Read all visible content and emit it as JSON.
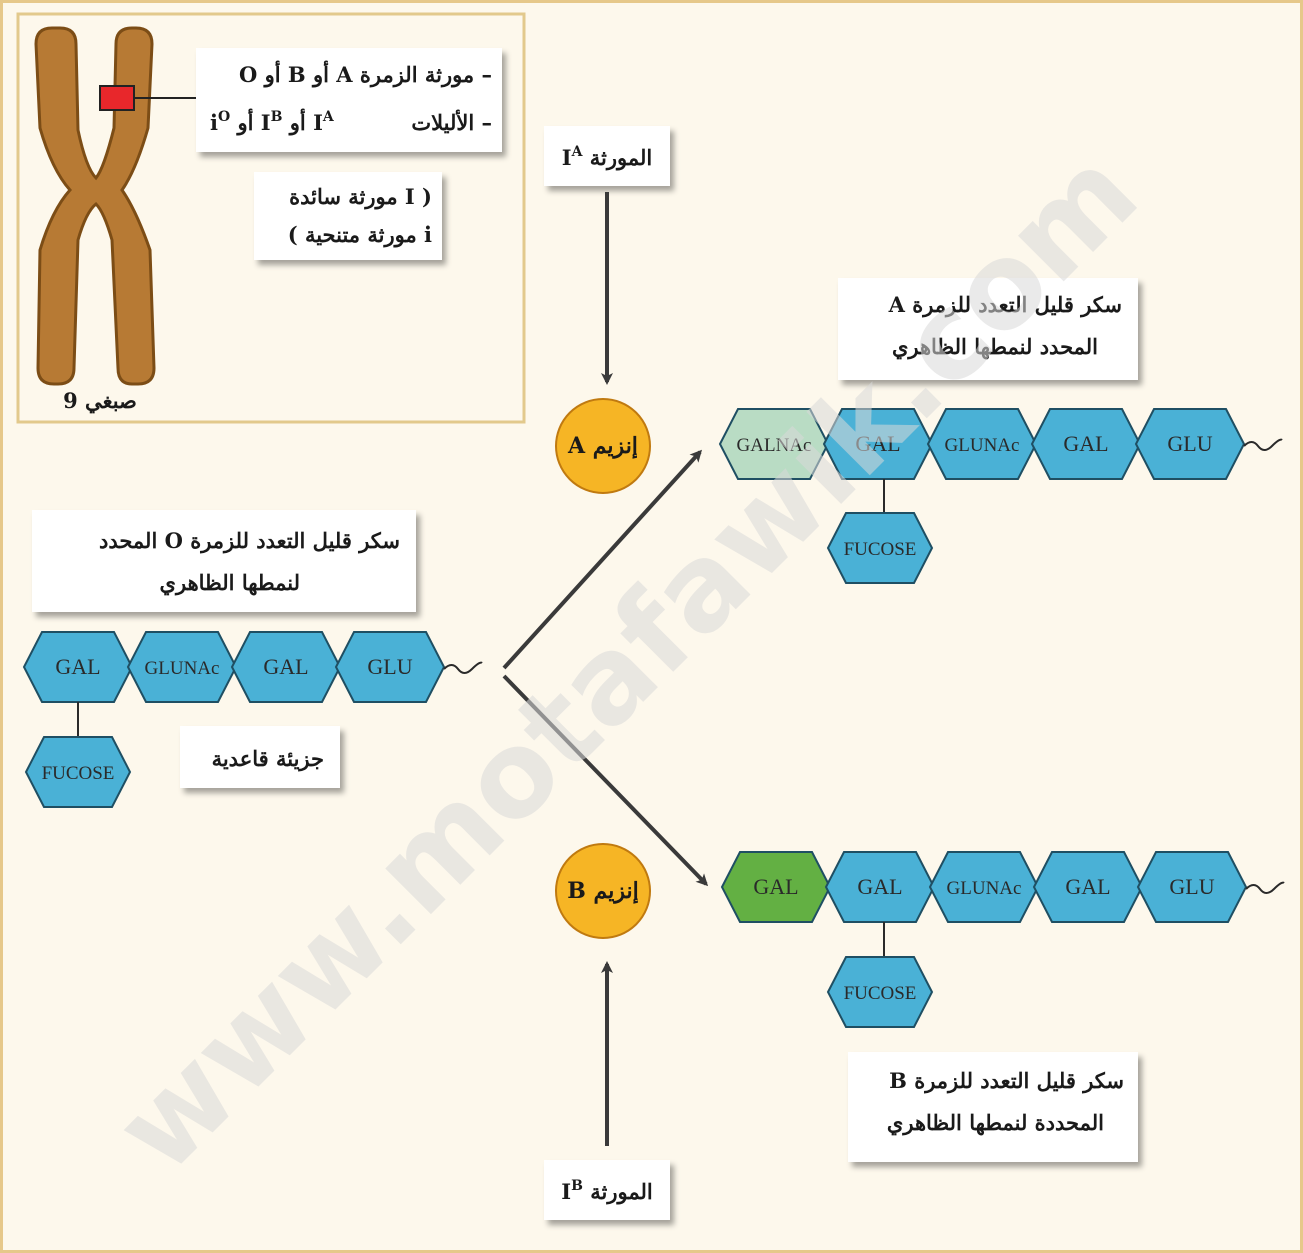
{
  "chromosome": {
    "label": "صبغي 9"
  },
  "gene_info": {
    "line1": "– مورثة الزمرة A أو B أو O",
    "line2_prefix": "– الأليلات",
    "line2_alleles": "IA أو IB أو iO",
    "note_line1": "( I مورثة سائدة",
    "note_line2": "i مورثة متنحية )"
  },
  "gene_IA": "المورثة IA",
  "gene_IB": "المورثة IB",
  "enzyme_A": "إنزيم A",
  "enzyme_B": "إنزيم B",
  "oligo_O": {
    "line1": "سكر قليل التعدد للزمرة O المحدد",
    "line2": "لنمطها الظاهري"
  },
  "oligo_A": {
    "line1": "سكر قليل التعدد للزمرة A",
    "line2": "المحدد لنمطها الظاهري"
  },
  "oligo_B": {
    "line1": "سكر قليل التعدد للزمرة B",
    "line2": "المحددة لنمطها الظاهري"
  },
  "base_molecule": "جزيئة قاعدية",
  "chain_O": [
    "GAL",
    "GLUNAc",
    "GAL",
    "GLU"
  ],
  "chain_A": [
    "GALNAc",
    "GAL",
    "GLUNAc",
    "GAL",
    "GLU"
  ],
  "chain_B": [
    "GAL",
    "GAL",
    "GLUNAc",
    "GAL",
    "GLU"
  ],
  "fucose": "FUCOSE",
  "watermark": "www.motafawik.com",
  "colors": {
    "hex_blue": "#4ab1d6",
    "galnac_pale": "#b9dcc4",
    "gal_green": "#63b043",
    "enzyme_yellow": "#f6b525",
    "chromosome_brown": "#b77a34",
    "marker_red": "#e8272b"
  }
}
